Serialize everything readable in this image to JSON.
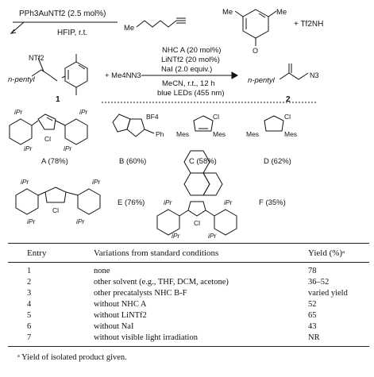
{
  "scheme": {
    "step1": {
      "catalyst": "PPh3AuNTf2 (2.5 mol%)",
      "conditions": "HFIP, r.t.",
      "alkyne_substituent": "Me",
      "pyridine_methyl": "Me",
      "n_oxide_atom": "O",
      "acid": "+ Tf2NH"
    },
    "step2": {
      "intermediate_counterion": "NTf2",
      "intermediate_substituent": "n-pentyl",
      "intermediate_number": "1",
      "reagent": "+ Me4NN3",
      "cond_line1": "NHC A (20 mol%)",
      "cond_line2": "LiNTf2 (20 mol%)",
      "cond_line3": "NaI (2.0 equiv.)",
      "cond_line4": "MeCN, r.t., 12 h",
      "cond_line5": "blue LEDs (455 nm)",
      "product_substituent": "n-pentyl",
      "product_group": "N3",
      "product_number": "2"
    },
    "catalysts": [
      {
        "label": "A (78%)",
        "desc": "IPr·HCl"
      },
      {
        "label": "B (60%)",
        "desc": "triazolium BF4"
      },
      {
        "label": "C (58%)",
        "desc": "IMes·HCl"
      },
      {
        "label": "D (62%)",
        "desc": "SIMes·HCl"
      },
      {
        "label": "E (76%)",
        "desc": "SIPr·HCl"
      },
      {
        "label": "F (35%)",
        "desc": "acenaphtho-IPr·HCl"
      }
    ],
    "atoms": {
      "ipr": "iPr",
      "cl": "Cl",
      "mes": "Mes",
      "bf4": "BF4",
      "ph": "Ph"
    }
  },
  "table": {
    "headers": [
      "Entry",
      "Variations from standard conditions",
      "Yield (%)ᵃ"
    ],
    "rows": [
      {
        "entry": "1",
        "variation": "none",
        "yield": "78"
      },
      {
        "entry": "2",
        "variation": "other solvent (e.g., THF, DCM, acetone)",
        "yield": "36–52"
      },
      {
        "entry": "3",
        "variation": "other precatalysts NHC B-F",
        "yield": "varied yield"
      },
      {
        "entry": "4",
        "variation": "without NHC A",
        "yield": "52"
      },
      {
        "entry": "5",
        "variation": "without LiNTf2",
        "yield": "65"
      },
      {
        "entry": "6",
        "variation": "without NaI",
        "yield": "43"
      },
      {
        "entry": "7",
        "variation": "without visible light irradiation",
        "yield": "NR"
      }
    ],
    "footnote": "ᵃ Yield of isolated product given."
  }
}
